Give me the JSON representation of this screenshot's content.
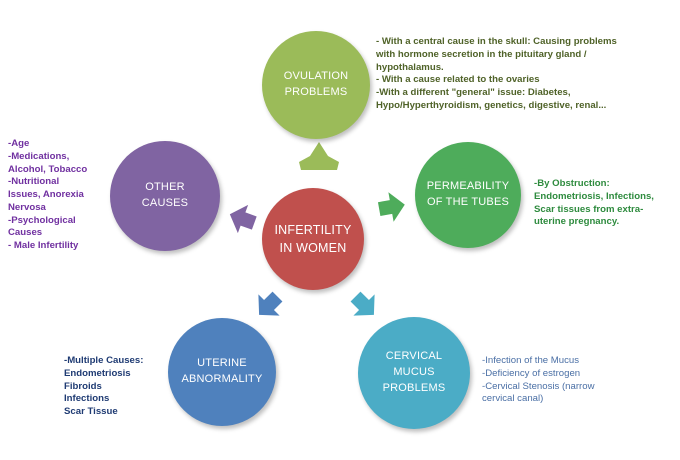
{
  "colors": {
    "center": "#c0504d",
    "ovulation": "#9bbb59",
    "permeability": "#4eac5b",
    "cervical": "#4bacc6",
    "uterine": "#4f81bd",
    "other": "#8064a2",
    "text_ovulation": "#4f6228",
    "text_permeability": "#2e8b3e",
    "text_cervical": "#4a6fa5",
    "text_uterine": "#1f3b73",
    "text_other": "#7030a0"
  },
  "center": {
    "label": "INFERTILITY\nIN WOMEN"
  },
  "causes": {
    "ovulation": {
      "label": "OVULATION\nPROBLEMS",
      "note": "- With a central cause in the skull: Causing problems\n  with hormone secretion in the pituitary gland /\n  hypothalamus.\n- With a cause related to the ovaries\n-With a different \"general\" issue: Diabetes,\n Hypo/Hyperthyroidism, genetics, digestive, renal..."
    },
    "permeability": {
      "label": "PERMEABILITY\nOF THE TUBES",
      "note": "-By Obstruction:\n Endometriosis, Infections,\n Scar tissues from extra-\n  uterine pregnancy."
    },
    "cervical": {
      "label": "CERVICAL\nMUCUS\nPROBLEMS",
      "note": "-Infection of the Mucus\n-Deficiency of estrogen\n-Cervical Stenosis (narrow\n cervical canal)"
    },
    "uterine": {
      "label": "UTERINE\nABNORMALITY",
      "note": "-Multiple Causes:\n Endometriosis\n Fibroids\n Infections\n Scar Tissue"
    },
    "other": {
      "label": "OTHER\nCAUSES",
      "note": "-Age\n-Medications,\nAlcohol, Tobacco\n-Nutritional\nIssues, Anorexia\nNervosa\n -Psychological\nCauses\n - Male Infertility"
    }
  }
}
